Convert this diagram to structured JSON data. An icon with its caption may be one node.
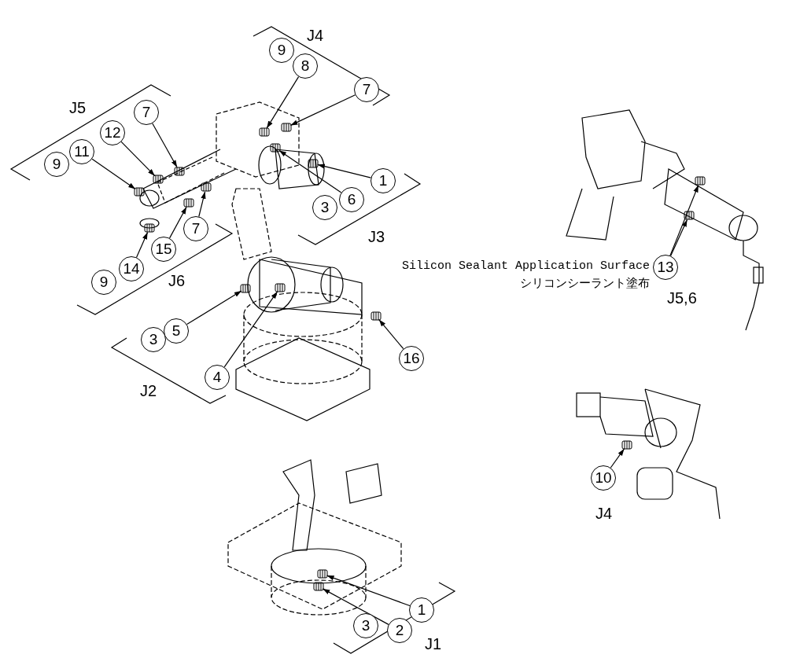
{
  "diagram": {
    "nodes": [
      {
        "text": [
          "8"
        ]
      },
      {
        "text": [
          "7"
        ]
      },
      {
        "text": [
          "7"
        ]
      },
      {
        "text": [
          "12"
        ]
      },
      {
        "text": [
          "11"
        ]
      },
      {
        "text": [
          "1"
        ]
      },
      {
        "text": [
          "6"
        ]
      },
      {
        "text": [
          "7"
        ]
      },
      {
        "text": [
          "15"
        ]
      },
      {
        "text": [
          "14"
        ]
      },
      {
        "text": [
          "13"
        ]
      },
      {
        "text": [
          "5"
        ]
      },
      {
        "text": [
          "4"
        ]
      },
      {
        "text": [
          "16"
        ]
      },
      {
        "text": [
          "10"
        ]
      },
      {
        "text": [
          "1"
        ]
      },
      {
        "text": [
          "2"
        ]
      },
      {
        "text": [
          "9"
        ]
      },
      {
        "text": [
          "9"
        ]
      },
      {
        "text": [
          "3"
        ]
      },
      {
        "text": [
          "9"
        ]
      },
      {
        "text": [
          "3"
        ]
      },
      {
        "text": [
          "3"
        ]
      },
      {
        "text": [],
        "shape": "picture"
      },
      {
        "text": [],
        "shape": "picture"
      },
      {
        "text": [],
        "shape": "picture"
      },
      {
        "text": [],
        "shape": "picture"
      },
      {
        "text": [],
        "shape": "picture"
      },
      {
        "text": [],
        "shape": "picture"
      },
      {
        "text": [],
        "shape": "picture"
      },
      {
        "text": [],
        "shape": "picture"
      },
      {
        "text": [],
        "shape": "picture"
      },
      {
        "text": [],
        "shape": "picture"
      },
      {
        "text": [],
        "shape": "picture"
      },
      {
        "text": [],
        "shape": "picture"
      },
      {
        "text": [],
        "shape": "picture"
      },
      {
        "text": [],
        "shape": "picture"
      },
      {
        "text": [],
        "shape": "picture"
      },
      {
        "text": [],
        "shape": "picture"
      },
      {
        "text": [],
        "shape": "picture"
      },
      {
        "text": [],
        "shape": "picture"
      }
    ],
    "edges": [
      {
        "from": 0,
        "to": 23,
        "arrow": "to"
      },
      {
        "from": 1,
        "to": 24,
        "arrow": "to"
      },
      {
        "from": 2,
        "to": 25,
        "arrow": "to"
      },
      {
        "from": 3,
        "to": 26,
        "arrow": "to"
      },
      {
        "from": 4,
        "to": 27,
        "arrow": "to"
      },
      {
        "from": 5,
        "to": 28,
        "arrow": "to"
      },
      {
        "from": 6,
        "to": 29,
        "arrow": "to"
      },
      {
        "from": 7,
        "to": 30,
        "arrow": "to"
      },
      {
        "from": 8,
        "to": 31,
        "arrow": "to"
      },
      {
        "from": 9,
        "to": 32,
        "arrow": "to"
      },
      {
        "from": 10,
        "to": 33,
        "arrow": "to"
      },
      {
        "from": 10,
        "to": 34,
        "arrow": "to"
      },
      {
        "from": 11,
        "to": 35,
        "arrow": "to"
      },
      {
        "from": 12,
        "to": 36,
        "arrow": "to"
      },
      {
        "from": 13,
        "to": 37,
        "arrow": "to"
      },
      {
        "from": 14,
        "to": 38,
        "arrow": "to"
      },
      {
        "from": 15,
        "to": 39,
        "arrow": "to"
      },
      {
        "from": 16,
        "to": 40,
        "arrow": "to"
      }
    ],
    "labels": [
      "J4",
      "J5",
      "J3",
      "J6",
      "Silicon Sealant Application Surface",
      "シリコンシーラント塗布",
      "J5,6",
      "J2",
      "J4",
      "J1"
    ]
  }
}
